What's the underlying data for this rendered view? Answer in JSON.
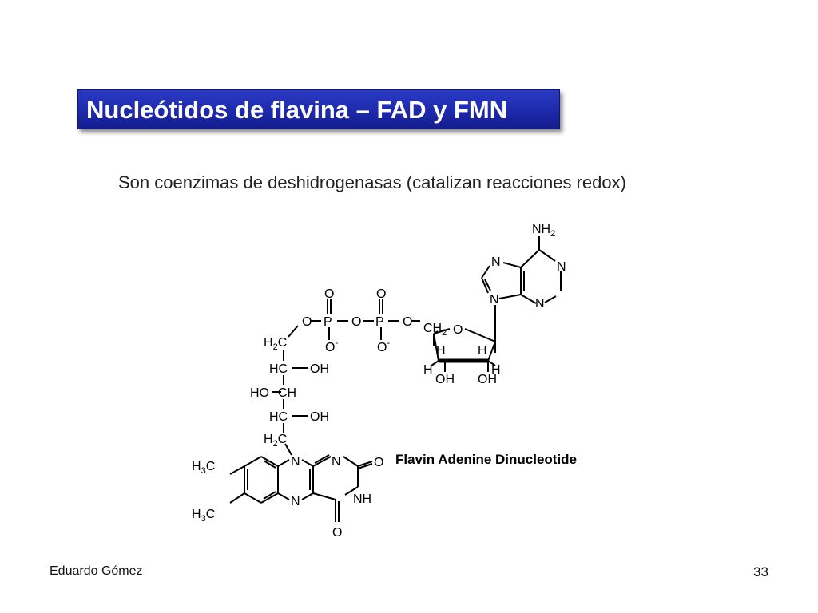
{
  "slide": {
    "title": "Nucleótidos de flavina – FAD y FMN",
    "subtitle": "Son coenzimas de deshidrogenasas (catalizan reacciones redox)",
    "author": "Eduardo Gómez",
    "page_number": "33"
  },
  "diagram": {
    "caption": "Flavin Adenine Dinucleotide",
    "labels": {
      "nh2": "NH",
      "nh2_sub": "2",
      "n": "N",
      "o": "O",
      "p": "P",
      "oh": "OH",
      "h": "H",
      "nh": "NH",
      "o_minus": "O",
      "minus": "-",
      "h2c": "H",
      "sub2": "2",
      "c": "C",
      "ch2": "CH",
      "hc": "HC",
      "ho": "HO",
      "ch": "CH",
      "h3c": "H",
      "sub3": "3"
    }
  }
}
